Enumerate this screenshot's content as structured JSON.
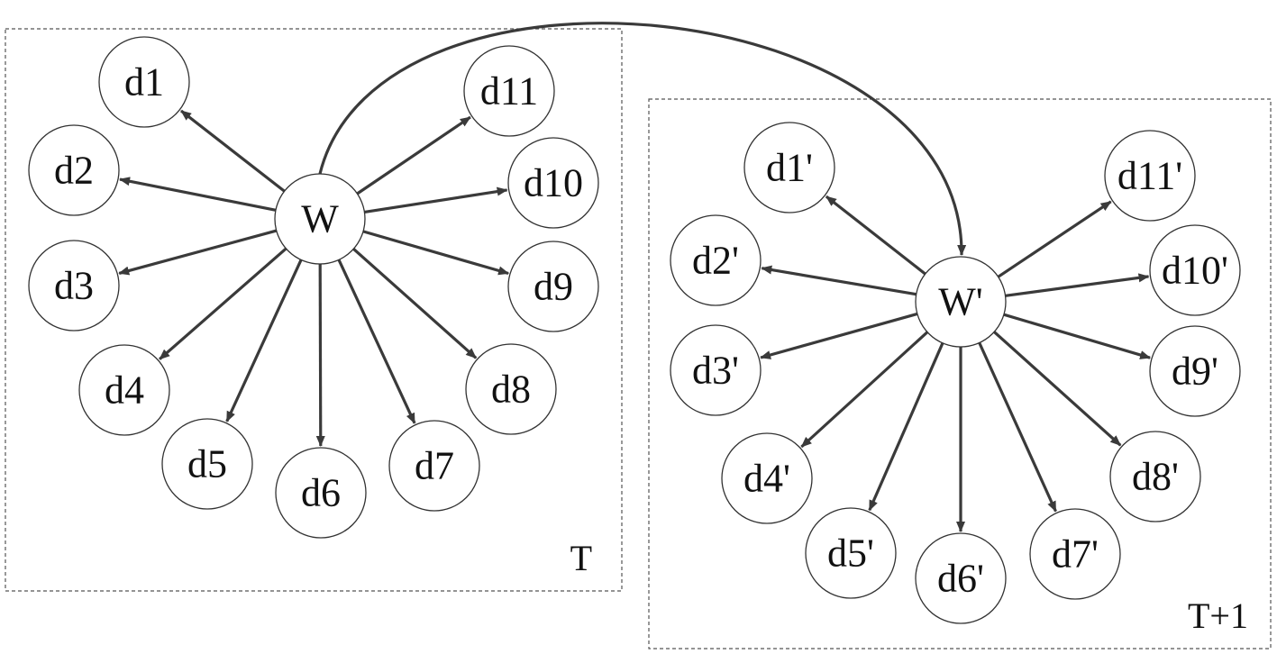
{
  "panels": [
    {
      "label": "T",
      "center": "W",
      "satellites": [
        "d1",
        "d2",
        "d3",
        "d4",
        "d5",
        "d6",
        "d7",
        "d8",
        "d9",
        "d10",
        "d11"
      ]
    },
    {
      "label": "T+1",
      "center": "W'",
      "satellites": [
        "d1'",
        "d2'",
        "d3'",
        "d4'",
        "d5'",
        "d6'",
        "d7'",
        "d8'",
        "d9'",
        "d10'",
        "d11'"
      ]
    }
  ],
  "colors": {
    "stroke": "#3a3a3a",
    "frame": "#555555",
    "fill": "#ffffff"
  }
}
